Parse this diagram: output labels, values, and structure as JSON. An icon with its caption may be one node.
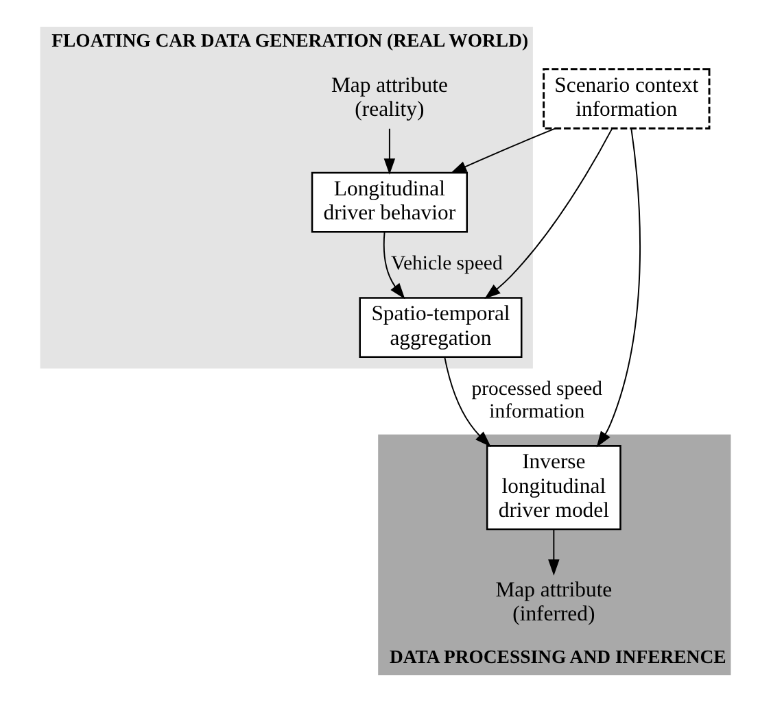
{
  "diagram": {
    "nodes": [
      {
        "text": [
          "FLOATING CAR DATA GENERATION (REAL WORLD)"
        ]
      },
      {
        "text": [
          "Map attribute (reality)"
        ],
        "in": 0
      },
      {
        "text": [
          "Longitudinal driver behavior"
        ],
        "in": 0
      },
      {
        "text": [
          "Spatio-temporal aggregation"
        ],
        "in": 0
      },
      {
        "text": [
          "Scenario context information"
        ]
      },
      {
        "text": [
          "DATA PROCESSING AND INFERENCE"
        ]
      },
      {
        "text": [
          "Inverse longitudinal driver model"
        ],
        "in": 5
      },
      {
        "text": [
          "Map attribute (inferred)"
        ],
        "in": 5
      }
    ],
    "edges": [
      {
        "from": 1,
        "to": 2,
        "arrow": "to"
      },
      {
        "from": 2,
        "to": 3,
        "arrow": "to",
        "label": "Vehicle speed"
      },
      {
        "from": 4,
        "to": 2,
        "arrow": "to"
      },
      {
        "from": 4,
        "to": 3,
        "arrow": "to"
      },
      {
        "from": 4,
        "to": 6,
        "arrow": "to"
      },
      {
        "from": 3,
        "to": 6,
        "arrow": "to",
        "label": "processed speed information"
      },
      {
        "from": 6,
        "to": 7,
        "arrow": "to"
      }
    ]
  }
}
